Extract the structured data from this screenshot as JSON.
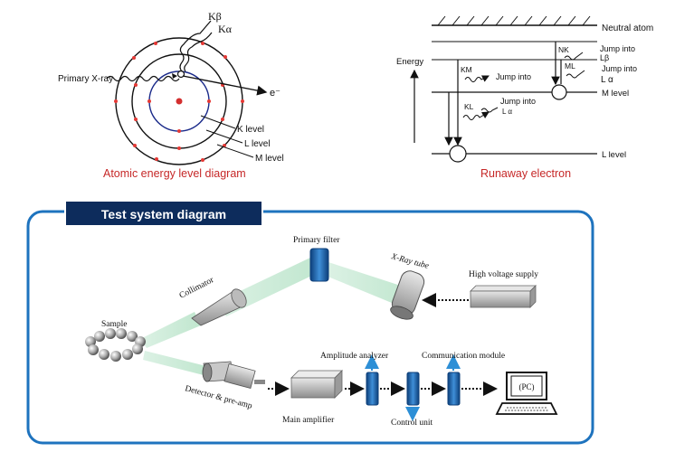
{
  "atomic": {
    "primary_xray": "Primary X-ray",
    "k_beta": "Kβ",
    "k_alpha": "Kα",
    "electron": "e⁻",
    "k_level": "K level",
    "l_level": "L level",
    "m_level": "M level",
    "caption": "Atomic energy level diagram",
    "caption_color": "#c62828"
  },
  "runaway": {
    "neutral_atom": "Neutral atom",
    "energy": "Energy",
    "km": "KM",
    "kl": "KL",
    "nk": "NK",
    "ml": "ML",
    "jump_into": "Jump into",
    "l_beta": "Lβ",
    "l_alpha": "L α",
    "m_level": "M level",
    "l_level": "L level",
    "caption": "Runaway electron",
    "caption_color": "#c62828"
  },
  "test_system": {
    "title": "Test system diagram",
    "frame_color": "#1e73be",
    "title_bg": "#0d2c5c",
    "primary_filter": "Primary filter",
    "xray_tube": "X-Ray tube",
    "high_voltage": "High voltage supply",
    "collimator": "Collimator",
    "sample": "Sample",
    "detector": "Detector & pre-amp",
    "amplitude_analyzer": "Amplitude analyzer",
    "communication_module": "Communication module",
    "main_amplifier": "Main amplifier",
    "control_unit": "Control  unit",
    "pc": "(PC)"
  }
}
